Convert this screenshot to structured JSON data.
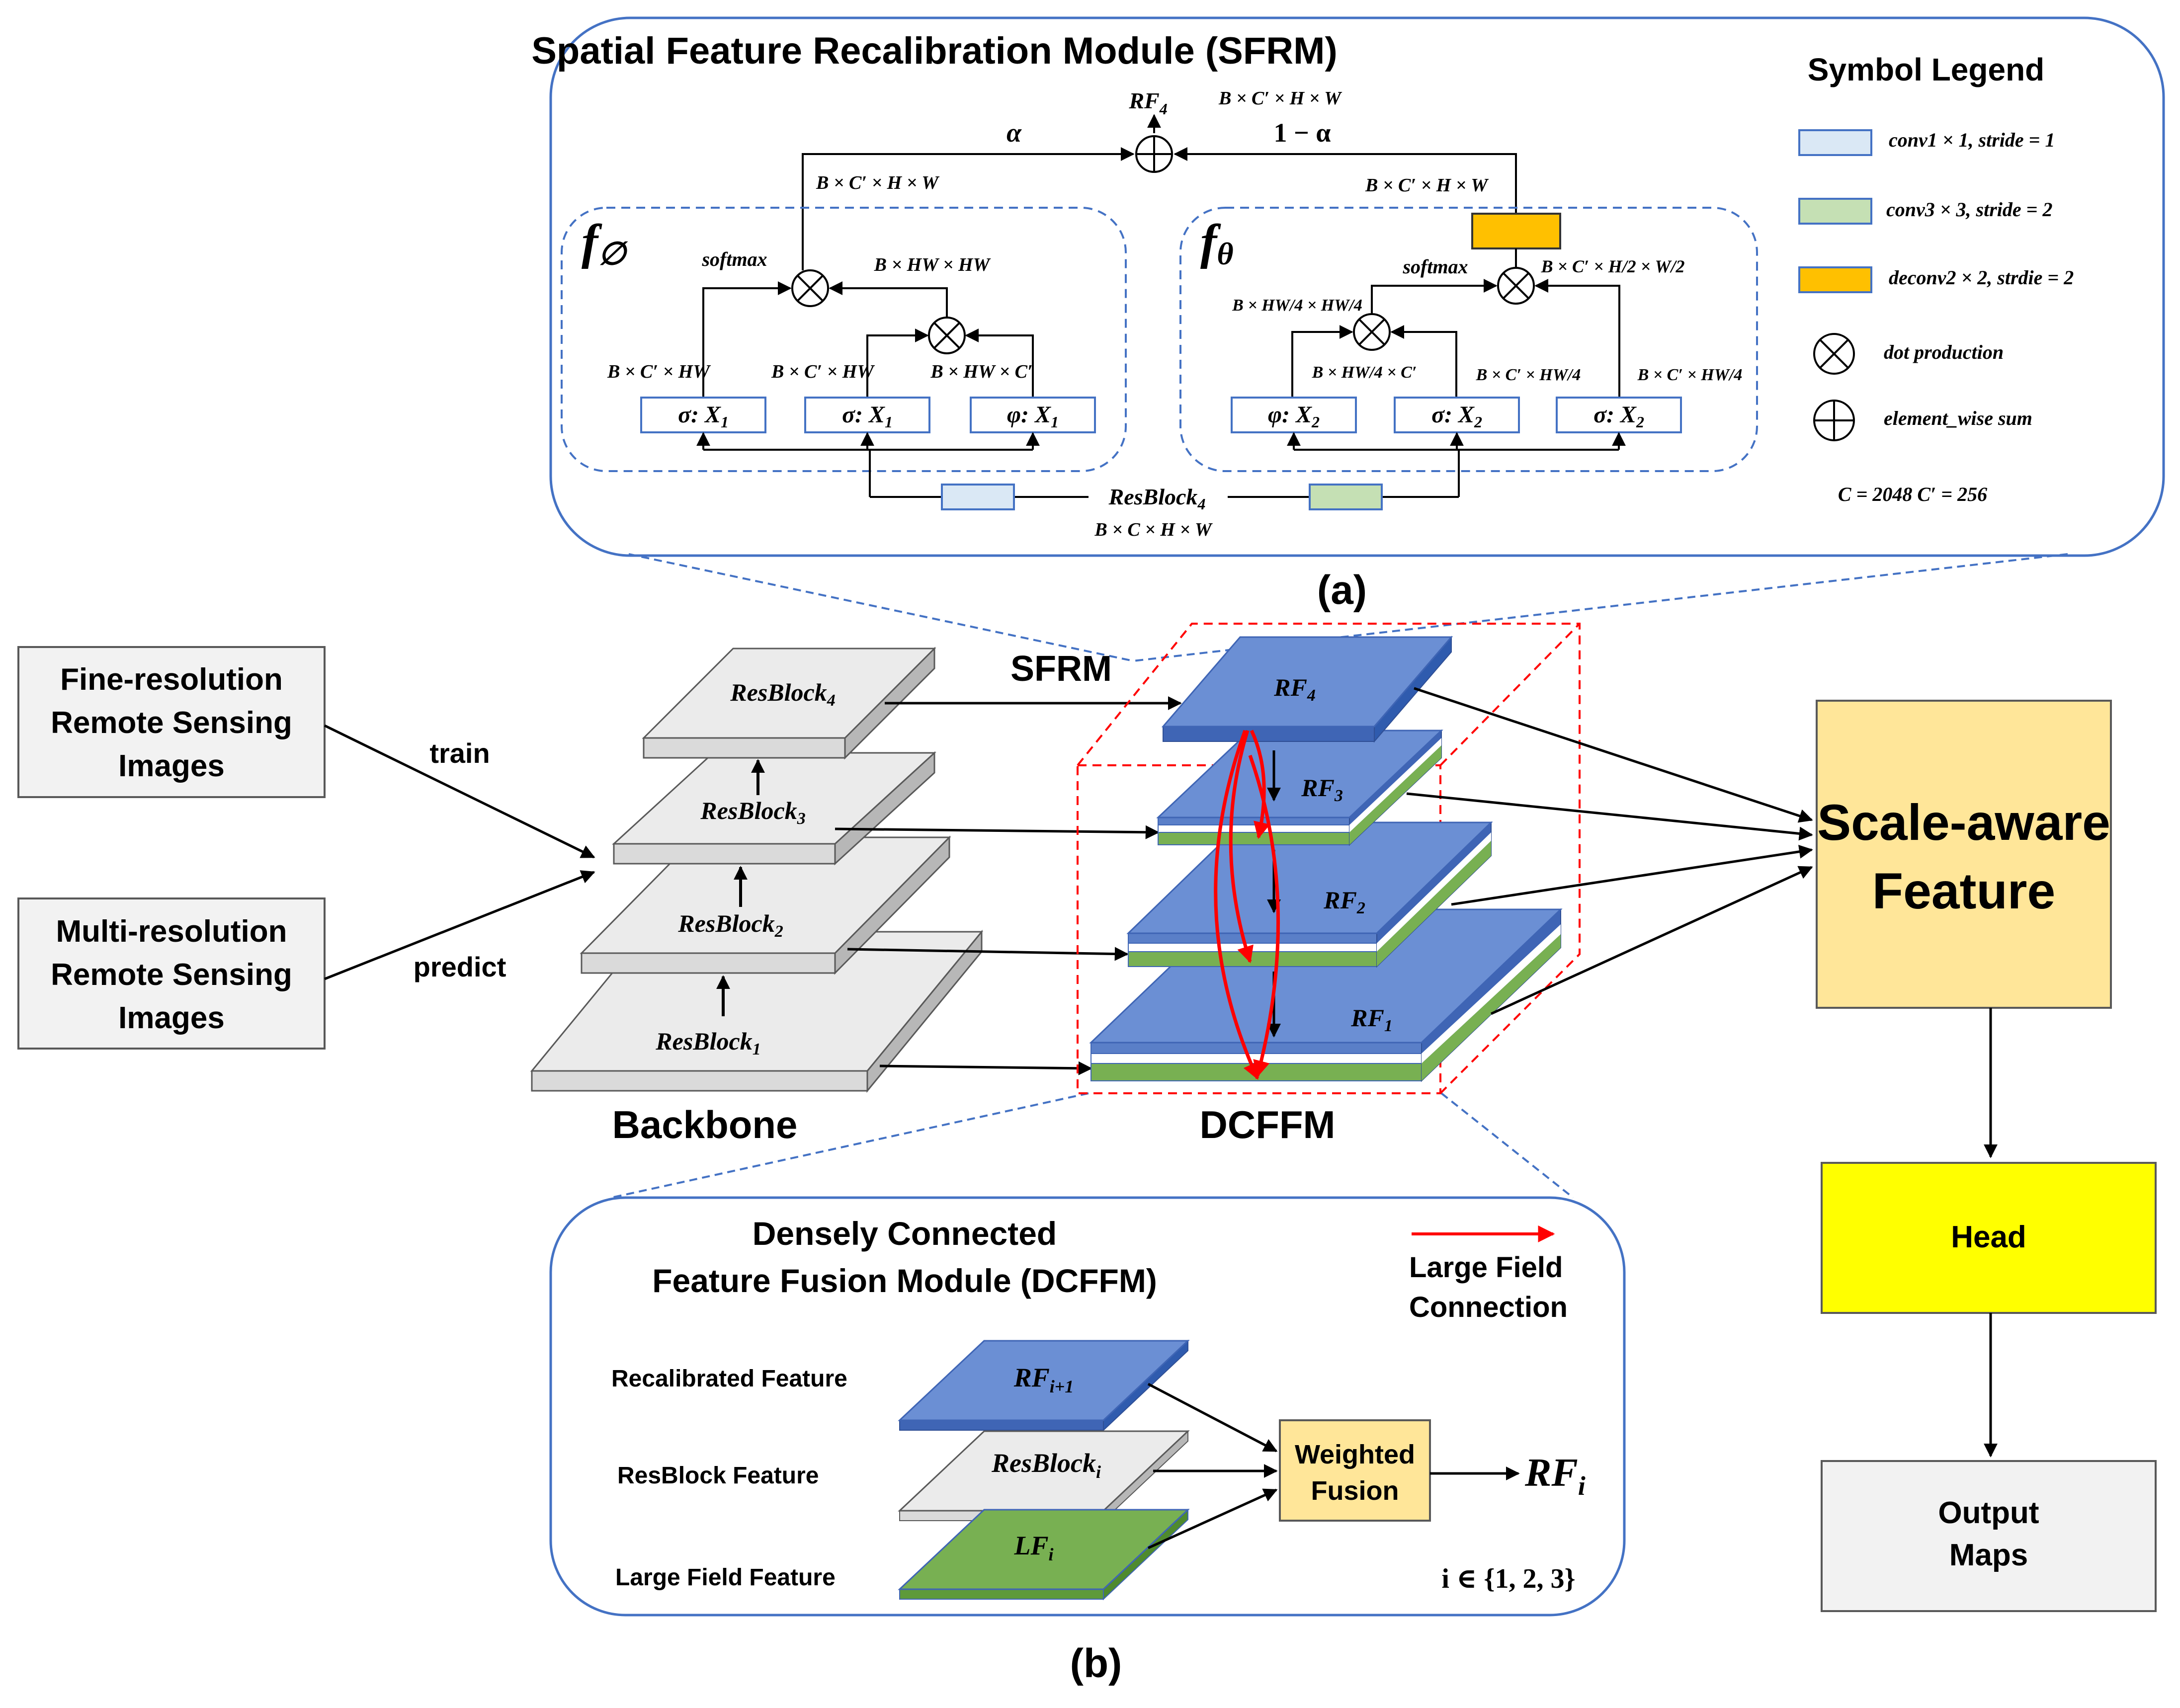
{
  "sfrm": {
    "title": "Spatial Feature Recalibration Module (SFRM)",
    "caption": "(a)",
    "output": "RF",
    "output_sub": "4",
    "output_dim": "B × C′ × H × W",
    "alpha": "α",
    "one_minus_alpha": "1 − α",
    "left_dim": "B × C′ × H × W",
    "right_dim": "B × C′ × H × W",
    "f_phi": "f",
    "f_phi_sub": "∅",
    "f_theta": "f",
    "f_theta_sub": "θ",
    "softmax": "softmax",
    "left": {
      "mul_dim": "B × HW × HW",
      "dim_a": "B × C′ × HW",
      "dim_b": "B × C′ × HW",
      "dim_c": "B × HW × C′",
      "box_a": "σ: X",
      "box_b": "σ: X",
      "box_c": "φ: X",
      "sub": "1"
    },
    "right": {
      "mul_dim": "B × C′ × H/2 × W/2",
      "dim_top": "B × HW/4 × HW/4",
      "dim_a": "B × HW/4 × C′",
      "dim_b": "B × C′ × HW/4",
      "dim_c": "B × C′ × HW/4",
      "box_a": "φ: X",
      "box_b": "σ: X",
      "box_c": "σ: X",
      "sub": "2"
    },
    "resblock": "ResBlock",
    "resblock_sub": "4",
    "resblock_dim": "B × C × H × W"
  },
  "legend": {
    "title": "Symbol Legend",
    "items": [
      {
        "label": "conv1 × 1, stride = 1",
        "color": "#DAE8F5"
      },
      {
        "label": "conv3 × 3, stride = 2",
        "color": "#C5E0B4"
      },
      {
        "label": "deconv2 × 2, strdie = 2",
        "color": "#FFC000"
      },
      {
        "label": "dot production"
      },
      {
        "label": "element_wise sum"
      }
    ],
    "constants": "C = 2048    C′ = 256"
  },
  "inputs": {
    "fine": [
      "Fine-resolution",
      "Remote Sensing",
      "Images"
    ],
    "multi": [
      "Multi-resolution",
      "Remote Sensing",
      "Images"
    ],
    "train": "train",
    "predict": "predict"
  },
  "backbone": {
    "label": "Backbone",
    "blocks": [
      {
        "name": "ResBlock",
        "sub": "4"
      },
      {
        "name": "ResBlock",
        "sub": "3"
      },
      {
        "name": "ResBlock",
        "sub": "2"
      },
      {
        "name": "ResBlock",
        "sub": "1"
      }
    ]
  },
  "sfrm_label": "SFRM",
  "dcffm": {
    "label": "DCFFM",
    "layers": [
      {
        "name": "RF",
        "sub": "4"
      },
      {
        "name": "RF",
        "sub": "3"
      },
      {
        "name": "RF",
        "sub": "2"
      },
      {
        "name": "RF",
        "sub": "1"
      }
    ]
  },
  "scale_aware": [
    "Scale-aware",
    "Feature"
  ],
  "head": "Head",
  "output_maps": [
    "Output",
    "Maps"
  ],
  "detail": {
    "title": [
      "Densely Connected",
      "Feature Fusion Module (DCFFM)"
    ],
    "caption": "(b)",
    "large_field": [
      "Large Field",
      "Connection"
    ],
    "recalibrated": "Recalibrated Feature",
    "resblock_feature": "ResBlock Feature",
    "large_field_feature": "Large Field Feature",
    "rf_next": "RF",
    "rf_next_sub": "i+1",
    "resblock_i": "ResBlock",
    "resblock_i_sub": "i",
    "lf_i": "LF",
    "lf_i_sub": "i",
    "weighted_fusion": [
      "Weighted",
      "Fusion"
    ],
    "out": "RF",
    "out_sub": "i",
    "index_set": "i ∈ {1, 2, 3}"
  },
  "colors": {
    "blue_top": "#6B8FD4",
    "blue_side": "#3F65B5",
    "gray_top": "#EBEBEB",
    "gray_side": "#B7B7B7",
    "green": "#78B052",
    "orange": "#FFC000",
    "scale_fill": "#FFE699",
    "head_fill": "#FFFF00",
    "frame": "#4472C4",
    "red": "#FF0000"
  }
}
